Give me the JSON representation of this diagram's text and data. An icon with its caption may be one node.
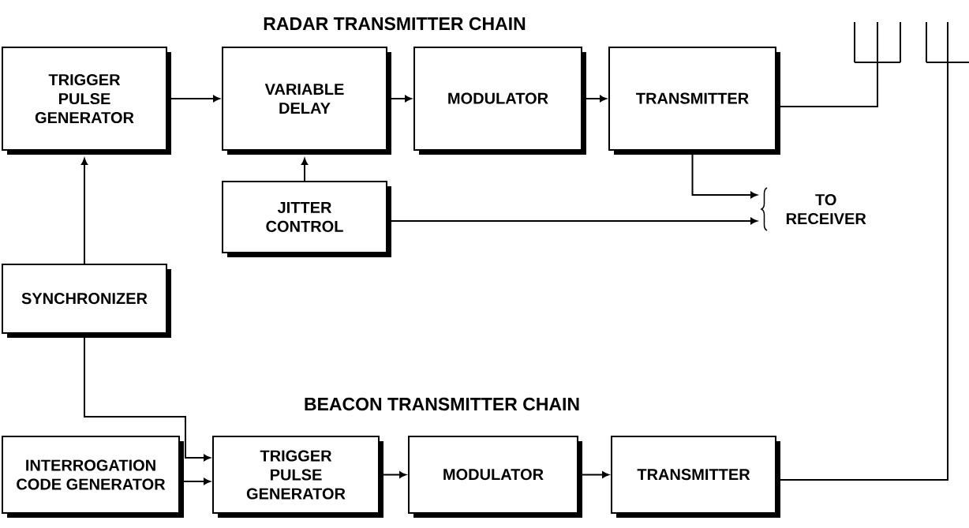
{
  "diagram": {
    "nodes": [
      {
        "text": [
          "TRIGGER PULSE GENERATOR"
        ]
      },
      {
        "text": [
          "VARIABLE DELAY"
        ]
      },
      {
        "text": [
          "MODULATOR"
        ]
      },
      {
        "text": [
          "TRANSMITTER"
        ]
      },
      {
        "text": [
          "JITTER CONTROL"
        ]
      },
      {
        "text": [
          "SYNCHRONIZER"
        ]
      },
      {
        "text": [
          "INTERROGATION CODE GENERATOR"
        ]
      },
      {
        "text": [
          "TRIGGER PULSE GENERATOR"
        ]
      },
      {
        "text": [
          "MODULATOR"
        ]
      },
      {
        "text": [
          "TRANSMITTER"
        ]
      },
      {
        "text": [],
        "shape": "picture"
      },
      {
        "text": [],
        "shape": "picture"
      },
      {
        "text": [
          "TO RECEIVER"
        ]
      }
    ],
    "edges": [
      {
        "from": 0,
        "to": 1,
        "arrow": "to"
      },
      {
        "from": 1,
        "to": 2,
        "arrow": "to"
      },
      {
        "from": 2,
        "to": 3,
        "arrow": "to"
      },
      {
        "from": 3,
        "to": 10,
        "arrow": "none"
      },
      {
        "from": 4,
        "to": 1,
        "arrow": "to"
      },
      {
        "from": 3,
        "to": 12,
        "arrow": "to"
      },
      {
        "from": 4,
        "to": 12,
        "arrow": "to"
      },
      {
        "from": 5,
        "to": 0,
        "arrow": "to"
      },
      {
        "from": 5,
        "to": 7,
        "arrow": "to"
      },
      {
        "from": 6,
        "to": 7,
        "arrow": "to"
      },
      {
        "from": 7,
        "to": 8,
        "arrow": "to"
      },
      {
        "from": 8,
        "to": 9,
        "arrow": "to"
      },
      {
        "from": 9,
        "to": 11,
        "arrow": "none"
      }
    ],
    "labels": [
      "RADAR TRANSMITTER CHAIN",
      "BEACON TRANSMITTER CHAIN"
    ]
  }
}
